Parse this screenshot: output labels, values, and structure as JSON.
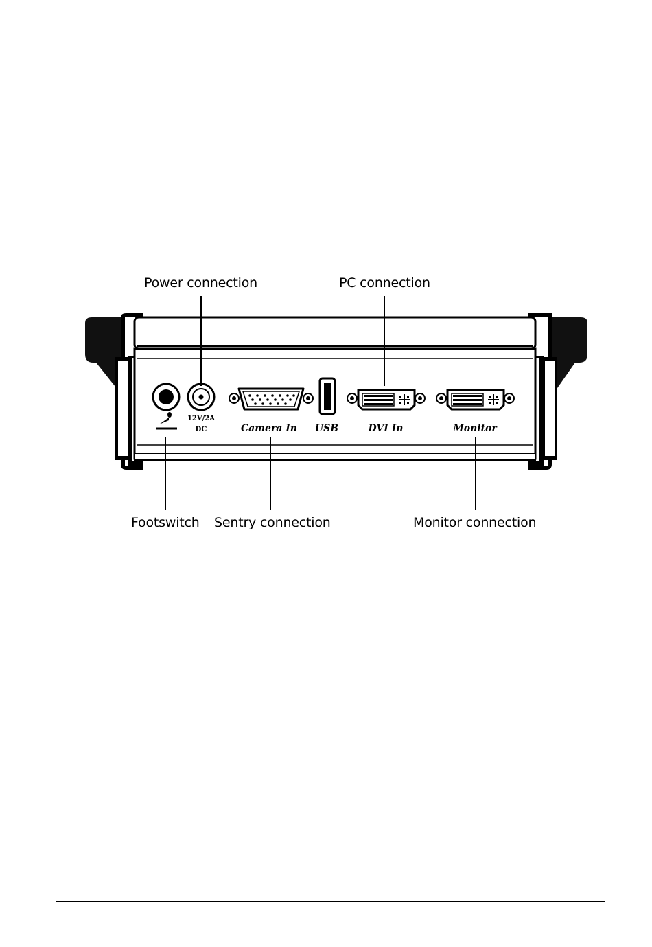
{
  "callouts": {
    "power": "Power connection",
    "pc": "PC connection",
    "footswitch": "Footswitch",
    "sentry": "Sentry connection",
    "monitor": "Monitor connection"
  },
  "panel_labels": {
    "power_rating_line1": "12V/2A",
    "power_rating_line2": "DC",
    "camera_in": "Camera In",
    "usb": "USB",
    "dvi_in": "DVI In",
    "monitor": "Monitor"
  }
}
